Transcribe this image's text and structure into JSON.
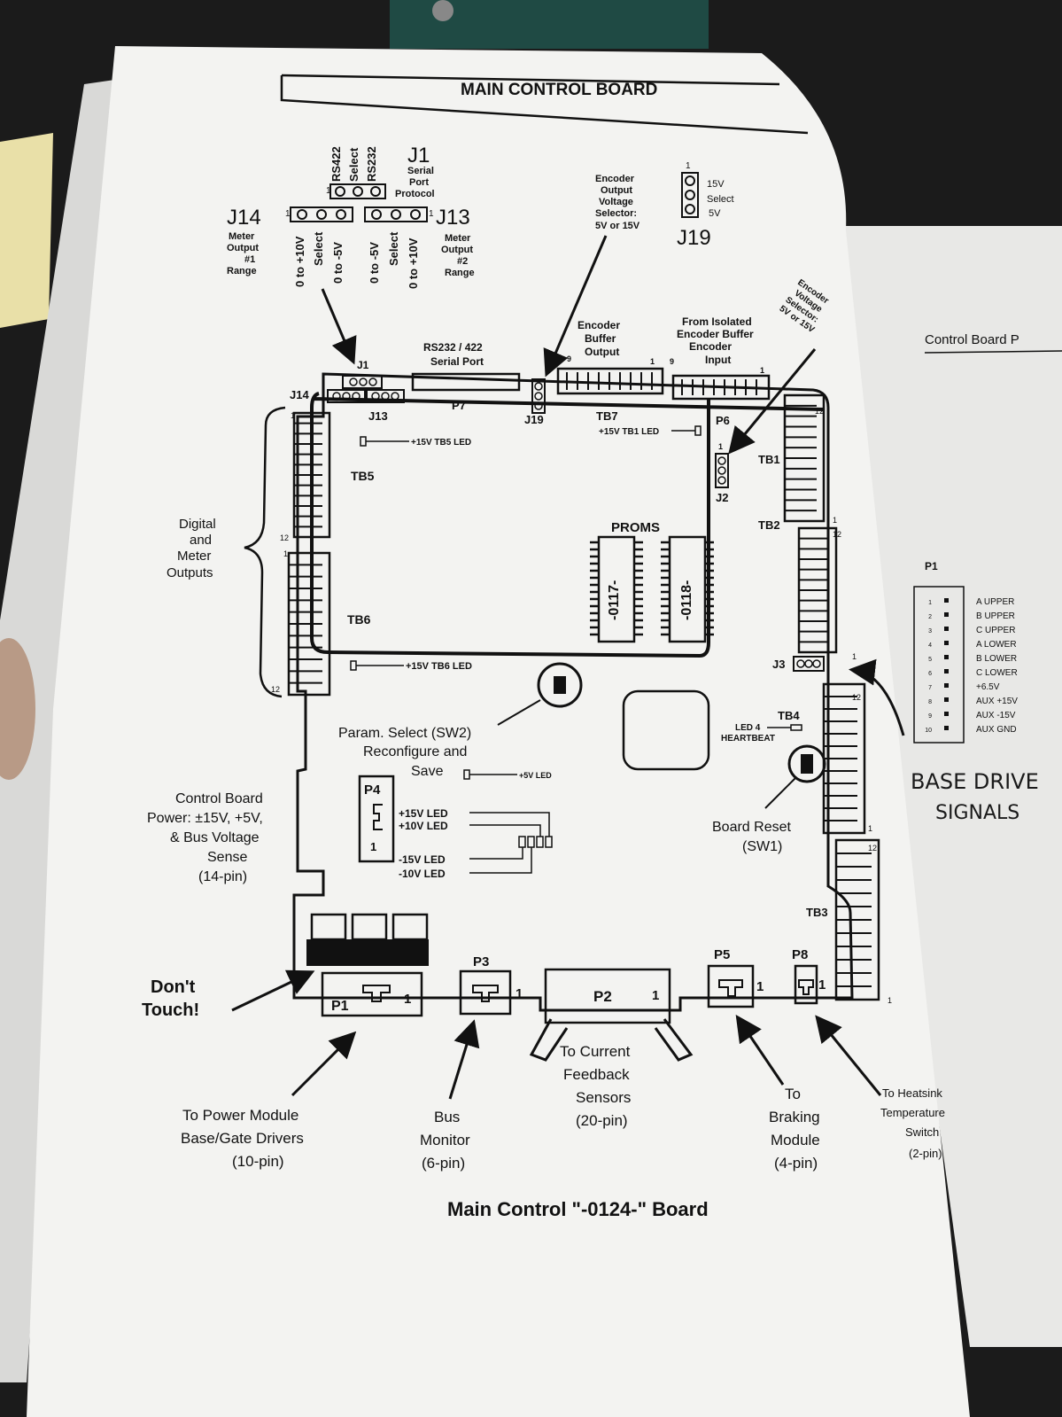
{
  "title": "MAIN CONTROL BOARD",
  "caption": "Main Control \"-0124-\" Board",
  "side_page": {
    "heading": "Control Board P",
    "p1_title": "P1",
    "p1_pins": [
      {
        "num": "1",
        "label": "A UPPER"
      },
      {
        "num": "2",
        "label": "B UPPER"
      },
      {
        "num": "3",
        "label": "C UPPER"
      },
      {
        "num": "4",
        "label": "A LOWER"
      },
      {
        "num": "5",
        "label": "B LOWER"
      },
      {
        "num": "6",
        "label": "C LOWER"
      },
      {
        "num": "7",
        "label": "+6.5V"
      },
      {
        "num": "8",
        "label": "AUX +15V"
      },
      {
        "num": "9",
        "label": "AUX -15V"
      },
      {
        "num": "10",
        "label": "AUX GND"
      }
    ],
    "handwritten_1": "BASE DRIVE",
    "handwritten_2": "SIGNALS"
  },
  "j1_detail": {
    "opt_rs422": "RS422",
    "opt_select": "Select",
    "opt_rs232": "RS232",
    "name": "J1",
    "desc_1": "Serial",
    "desc_2": "Port",
    "desc_3": "Protocol",
    "pin1": "1"
  },
  "j14_detail": {
    "name": "J14",
    "desc_1": "Meter",
    "desc_2": "Output",
    "desc_3": "#1",
    "desc_4": "Range",
    "opt_a": "0 to +10V",
    "opt_b": "Select",
    "opt_c": "0 to -5V",
    "pin1": "1"
  },
  "j13_detail": {
    "name": "J13",
    "desc_1": "Meter",
    "desc_2": "Output",
    "desc_3": "#2",
    "desc_4": "Range",
    "opt_a": "0 to -5V",
    "opt_b": "Select",
    "opt_c": "0 to +10V",
    "pin1": "1"
  },
  "j19_detail": {
    "name": "J19",
    "desc_1": "Encoder",
    "desc_2": "Output",
    "desc_3": "Voltage",
    "desc_4": "Selector:",
    "desc_5": "5V or 15V",
    "opt_a": "15V",
    "opt_b": "Select",
    "opt_c": "5V",
    "pin1": "1"
  },
  "j2_callout": [
    "Encoder",
    "Voltage",
    "Selector:",
    "5V or 15V"
  ],
  "labels": {
    "rs_port_1": "RS232 / 422",
    "rs_port_2": "Serial Port",
    "enc_buf_1": "Encoder",
    "enc_buf_2": "Buffer",
    "enc_buf_3": "Output",
    "iso_1": "From Isolated",
    "iso_2": "Encoder Buffer",
    "iso_3": "Encoder",
    "iso_4": "Input",
    "j1": "J1",
    "j14": "J14",
    "j13": "J13",
    "p7": "P7",
    "j19": "J19",
    "tb7": "TB7",
    "p6": "P6",
    "tb1": "TB1",
    "j2": "J2",
    "tb2": "TB2",
    "tb5": "TB5",
    "tb6": "TB6",
    "proms": "PROMS",
    "prom_a": "-0117-",
    "prom_b": "-0118-",
    "j3": "J3",
    "tb4": "TB4",
    "tb3": "TB3",
    "p4": "P4",
    "p3": "P3",
    "p2": "P2",
    "p1": "P1",
    "p5": "P5",
    "p8": "P8",
    "pin_9a": "9",
    "pin_1a": "1",
    "pin_9b": "9",
    "pin_1b": "1",
    "pin_12": "12",
    "pin_one": "1"
  },
  "leds": {
    "tb5": "+15V TB5 LED",
    "tb1": "+15V TB1 LED",
    "tb6": "+15V TB6 LED",
    "p4_15": "+15V LED",
    "p4_10": "+10V LED",
    "n15": "-15V LED",
    "n10": "-10V LED",
    "v5": "+5V LED",
    "led4_1": "LED 4",
    "led4_2": "HEARTBEAT"
  },
  "callouts": {
    "digital_1": "Digital",
    "digital_2": "and",
    "digital_3": "Meter",
    "digital_4": "Outputs",
    "param_1": "Param. Select (SW2)",
    "param_2": "Reconfigure and",
    "param_3": "Save",
    "power_1": "Control Board",
    "power_2": "Power: ±15V, +5V,",
    "power_3": "& Bus Voltage",
    "power_4": "Sense",
    "power_5": "(14-pin)",
    "reset_1": "Board Reset",
    "reset_2": "(SW1)",
    "dont_1": "Don't",
    "dont_2": "Touch!",
    "pm_1": "To Power Module",
    "pm_2": "Base/Gate Drivers",
    "pm_3": "(10-pin)",
    "bus_1": "Bus",
    "bus_2": "Monitor",
    "bus_3": "(6-pin)",
    "cur_1": "To Current",
    "cur_2": "Feedback",
    "cur_3": "Sensors",
    "cur_4": "(20-pin)",
    "brk_1": "To",
    "brk_2": "Braking",
    "brk_3": "Module",
    "brk_4": "(4-pin)",
    "hs_1": "To Heatsink",
    "hs_2": "Temperature",
    "hs_3": "Switch",
    "hs_4": "(2-pin)"
  }
}
